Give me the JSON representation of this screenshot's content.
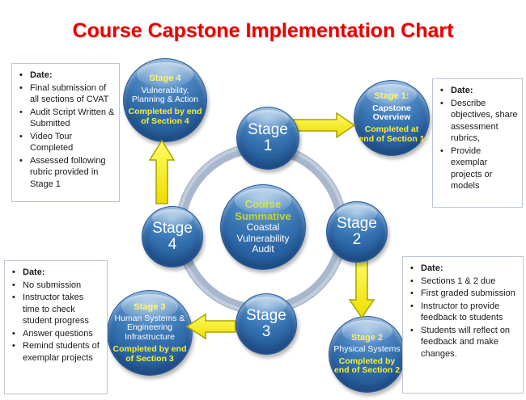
{
  "title": "Course Capstone Implementation Chart",
  "center_circle": {
    "heading": "Course Summative",
    "subheading": "Coastal Vulnerability Audit"
  },
  "wheel_stages": [
    {
      "word": "Stage",
      "num": "1"
    },
    {
      "word": "Stage",
      "num": "2"
    },
    {
      "word": "Stage",
      "num": "3"
    },
    {
      "word": "Stage",
      "num": "4"
    }
  ],
  "bubbles": {
    "stage1": {
      "title": "Stage 1:",
      "body": "Capstone Overview",
      "footer": "Completed at end of Section 1"
    },
    "stage2": {
      "title": "Stage 2",
      "body": "Physical Systems",
      "footer": "Completed by end of Section 2"
    },
    "stage3": {
      "title": "Stage 3",
      "body": "Human Systems & Engineering Infrastructure",
      "footer": "Completed by end of Section 3"
    },
    "stage4": {
      "title": "Stage 4",
      "body": "Vulnerability, Planning & Action",
      "footer": "Completed by end of Section 4"
    }
  },
  "notes": {
    "top_left": [
      "Date:",
      "Final submission of all sections of CVAT",
      "Audit Script Written & Submitted",
      "Video Tour Completed",
      "Assessed following rubric provided in Stage 1"
    ],
    "top_right": [
      "Date:",
      "Describe objectives, share assessment rubrics,",
      "Provide exemplar projects or models"
    ],
    "bottom_left": [
      "Date:",
      "No submission",
      "Instructor takes time to check student progress",
      "Answer questions",
      "Remind students of exemplar projects"
    ],
    "bottom_right": [
      "Date:",
      "Sections 1 & 2 due",
      "First graded submission",
      "Instructor to provide feedback to students",
      "Students will reflect on feedback and make changes."
    ]
  },
  "colors": {
    "title_red": "#e80000",
    "node_blue": "#3b76b3",
    "arrow_yellow": "#f8f000",
    "ring_gray": "#a9b7cd",
    "stage_label_yellow": "#f7ee35",
    "summative_green": "#c9d42e"
  }
}
